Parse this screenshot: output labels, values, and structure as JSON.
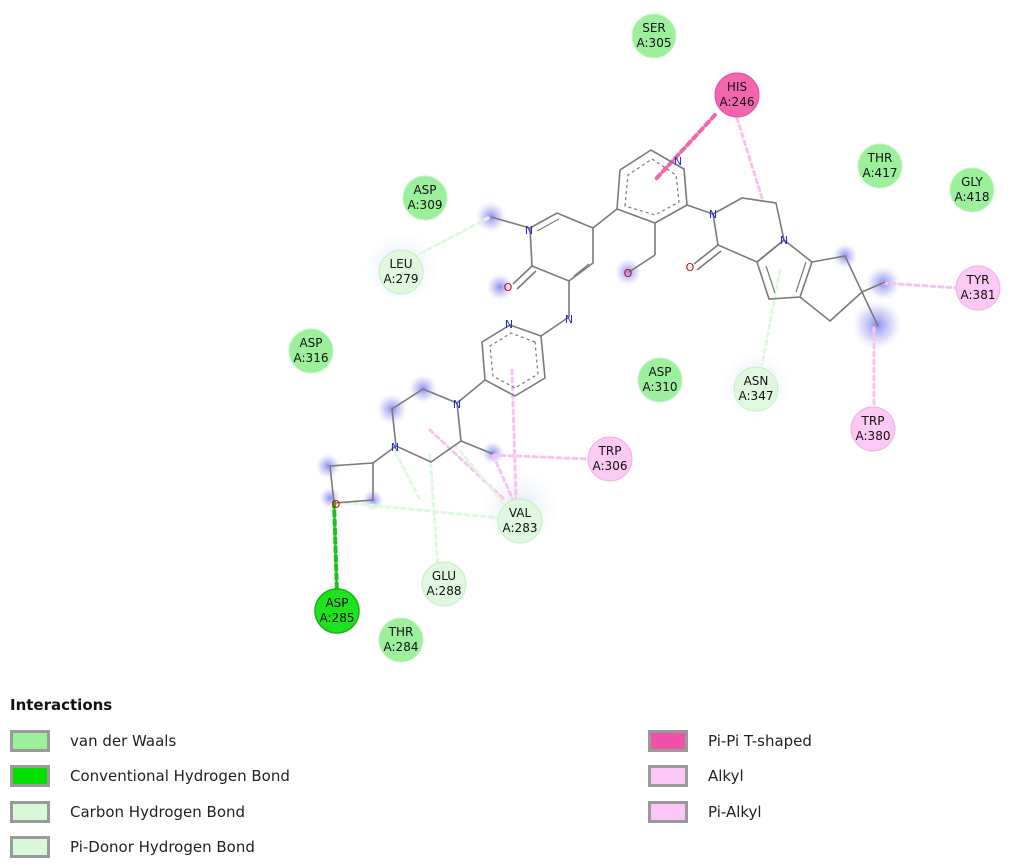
{
  "legend": {
    "title": "Interactions",
    "items": [
      {
        "label": "van der Waals",
        "color": "#9cf09c"
      },
      {
        "label": "Conventional Hydrogen Bond",
        "color": "#00e000"
      },
      {
        "label": "Carbon Hydrogen Bond",
        "color": "#d9f8d9"
      },
      {
        "label": "Pi-Donor Hydrogen Bond",
        "color": "#d9f8d9"
      },
      {
        "label": "Pi-Pi T-shaped",
        "color": "#f050a8"
      },
      {
        "label": "Alkyl",
        "color": "#fbc6f6"
      },
      {
        "label": "Pi-Alkyl",
        "color": "#fbc6f6"
      }
    ]
  },
  "residues": [
    {
      "name": "SER",
      "id": "A:305",
      "kind": "vdw"
    },
    {
      "name": "HIS",
      "id": "A:246",
      "kind": "pipi"
    },
    {
      "name": "THR",
      "id": "A:417",
      "kind": "vdw"
    },
    {
      "name": "GLY",
      "id": "A:418",
      "kind": "vdw"
    },
    {
      "name": "ASP",
      "id": "A:309",
      "kind": "vdw"
    },
    {
      "name": "LEU",
      "id": "A:279",
      "kind": "carbon"
    },
    {
      "name": "TYR",
      "id": "A:381",
      "kind": "alkyl"
    },
    {
      "name": "ASP",
      "id": "A:316",
      "kind": "vdw"
    },
    {
      "name": "ASP",
      "id": "A:310",
      "kind": "vdw"
    },
    {
      "name": "ASN",
      "id": "A:347",
      "kind": "pidonor"
    },
    {
      "name": "TRP",
      "id": "A:380",
      "kind": "alkyl"
    },
    {
      "name": "TRP",
      "id": "A:306",
      "kind": "alkyl"
    },
    {
      "name": "VAL",
      "id": "A:283",
      "kind": "carbon"
    },
    {
      "name": "GLU",
      "id": "A:288",
      "kind": "carbon"
    },
    {
      "name": "ASP",
      "id": "A:285",
      "kind": "hbond"
    },
    {
      "name": "THR",
      "id": "A:284",
      "kind": "vdw"
    }
  ],
  "atoms": {
    "oxygen": "O",
    "nitrogen": "N"
  },
  "colors": {
    "vdw": "#9cf09c",
    "hbond": "#1fe21f",
    "carbon": "#dff8df",
    "pidonor": "#dff8df",
    "pipi": "#f266b0",
    "alkyl": "#fbc9f3",
    "bond": "#7a7a7a",
    "oxygen": "#e00000",
    "nitrogen": "#2b2bd0"
  }
}
